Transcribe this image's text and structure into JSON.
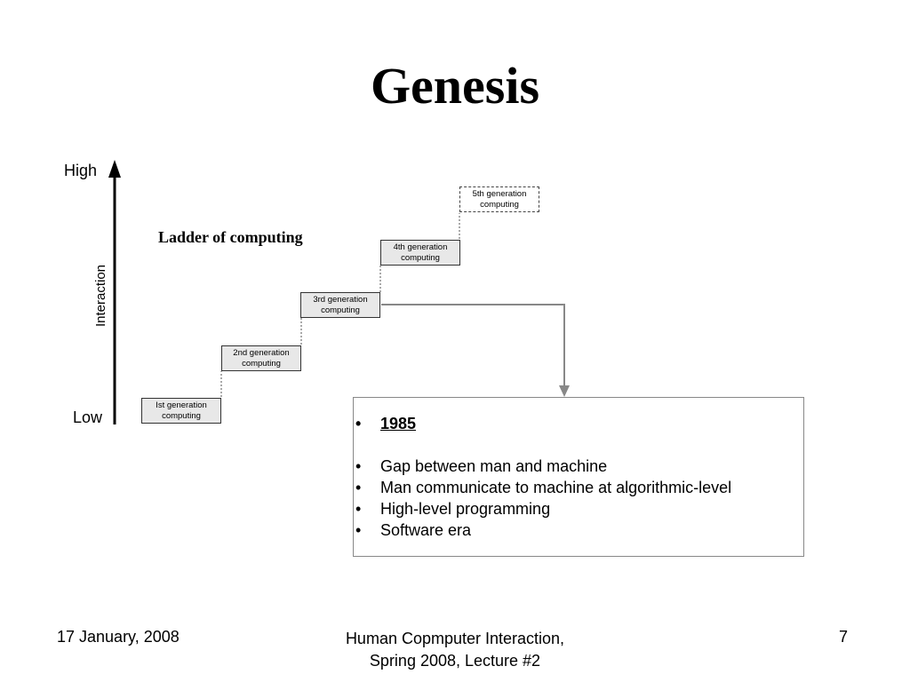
{
  "slide": {
    "title": "Genesis"
  },
  "diagram": {
    "title": "Ladder of computing",
    "axis": {
      "high_label": "High",
      "low_label": "Low",
      "label": "Interaction"
    },
    "generations": [
      {
        "label": "Ist generation computing"
      },
      {
        "label": "2nd generation computing"
      },
      {
        "label": "3rd generation computing"
      },
      {
        "label": "4th generation computing"
      },
      {
        "label": "5th generation computing"
      }
    ]
  },
  "info_box": {
    "items": [
      "1985",
      "Gap between man and machine",
      "Man communicate to machine at algorithmic-level",
      "High-level programming",
      "Software era"
    ]
  },
  "footer": {
    "date": "17 January, 2008",
    "course_line1": "Human Copmputer Interaction,",
    "course_line2": "Spring 2008, Lecture #2",
    "page": "7"
  }
}
